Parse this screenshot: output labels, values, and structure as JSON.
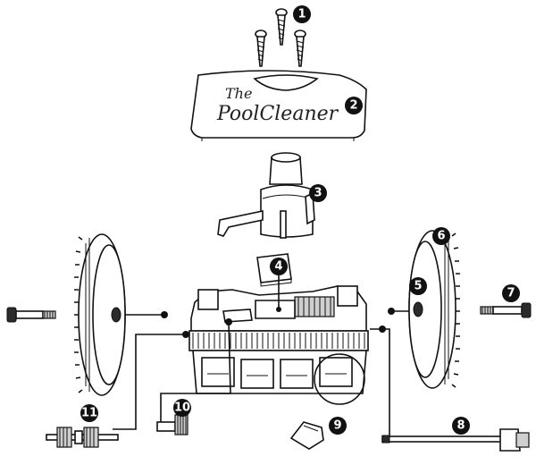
{
  "diagram": {
    "logo_line1": "The",
    "logo_line2": "PoolCleaner",
    "callouts": [
      "1",
      "2",
      "3",
      "4",
      "5",
      "6",
      "7",
      "8",
      "9",
      "10",
      "11"
    ]
  }
}
